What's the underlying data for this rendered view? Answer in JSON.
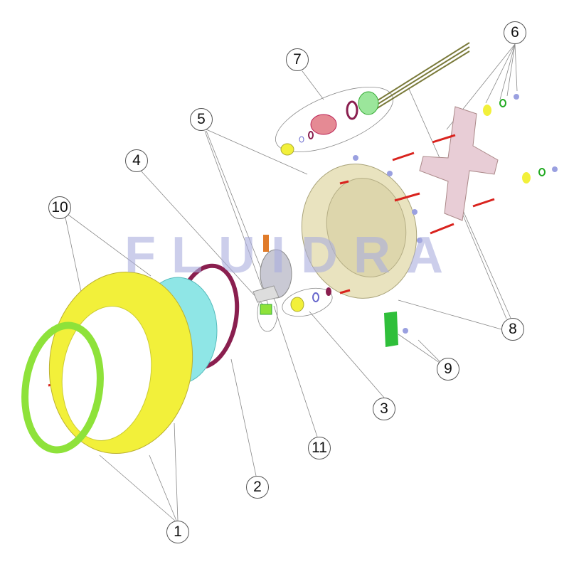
{
  "watermark": "FLUIDRA",
  "callouts": [
    "1",
    "2",
    "3",
    "4",
    "5",
    "6",
    "7",
    "8",
    "9",
    "10",
    "11"
  ],
  "colors": {
    "yellow_ring": "#f2f03a",
    "green_ring": "#8ee23a",
    "cyan_body": "#8fe6e6",
    "maroon_gasket": "#8a1f4f",
    "cream_housing": "#e9e3bf",
    "pink_bracket": "#e8cdd6",
    "screw_red": "#d9231e"
  }
}
